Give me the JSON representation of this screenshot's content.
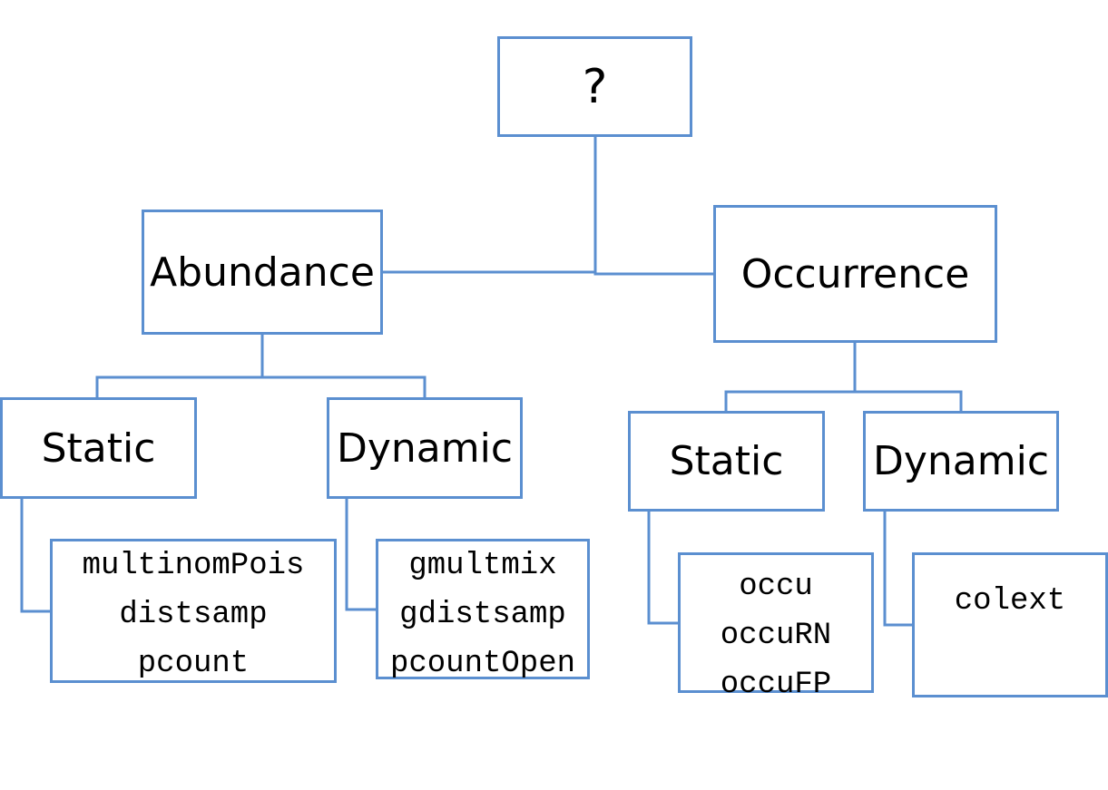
{
  "root": {
    "label": "?"
  },
  "abundance": {
    "label": "Abundance",
    "static": {
      "label": "Static",
      "functions": [
        "multinomPois",
        "distsamp",
        "pcount"
      ]
    },
    "dynamic": {
      "label": "Dynamic",
      "functions": [
        "gmultmix",
        "gdistsamp",
        "pcountOpen"
      ]
    }
  },
  "occurrence": {
    "label": "Occurrence",
    "static": {
      "label": "Static",
      "functions": [
        "occu",
        "occuRN",
        "occuFP"
      ]
    },
    "dynamic": {
      "label": "Dynamic",
      "functions": [
        "colext"
      ]
    }
  },
  "colors": {
    "line": "#5b8fd0",
    "text": "#000000",
    "background": "#ffffff"
  }
}
